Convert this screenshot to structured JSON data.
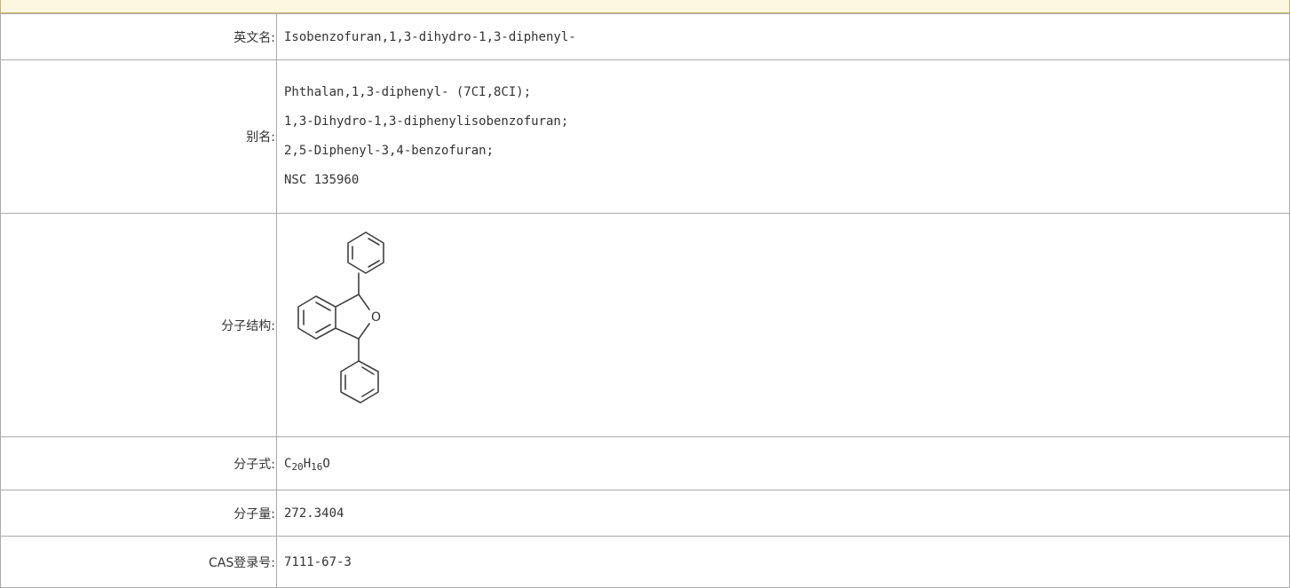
{
  "rows": {
    "english_name": {
      "label": "英文名:",
      "value": "Isobenzofuran,1,3-dihydro-1,3-diphenyl-"
    },
    "aliases": {
      "label": "别名:",
      "items": [
        "Phthalan,1,3-diphenyl- (7CI,8CI);",
        "1,3-Dihydro-1,3-diphenylisobenzofuran;",
        "2,5-Diphenyl-3,4-benzofuran;",
        "NSC 135960"
      ]
    },
    "structure": {
      "label": "分子结构:",
      "atom_label": "O"
    },
    "formula": {
      "label": "分子式:",
      "parts": {
        "c": "C",
        "c_sub": "20",
        "h": "H",
        "h_sub": "16",
        "o": "O"
      }
    },
    "weight": {
      "label": "分子量:",
      "value": "272.3404"
    },
    "cas": {
      "label": "CAS登录号:",
      "value": "7111-67-3"
    }
  },
  "colors": {
    "header_strip_bg": "#fdf6e0",
    "header_strip_border": "#c9b468",
    "table_border": "#aaaaaa",
    "text": "#333333"
  }
}
